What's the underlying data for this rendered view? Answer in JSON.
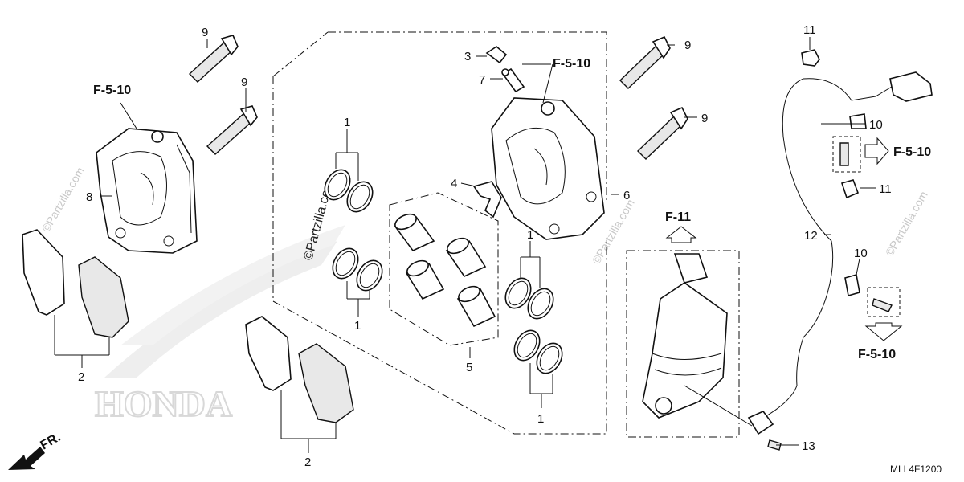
{
  "callouts": {
    "c1a": "1",
    "c1b": "1",
    "c1c": "1",
    "c1d": "1",
    "c2a": "2",
    "c2b": "2",
    "c3": "3",
    "c4": "4",
    "c5": "5",
    "c6": "6",
    "c7": "7",
    "c8": "8",
    "c9a": "9",
    "c9b": "9",
    "c9c": "9",
    "c9d": "9",
    "c10a": "10",
    "c10b": "10",
    "c11a": "11",
    "c11b": "11",
    "c12": "12",
    "c13": "13"
  },
  "refs": {
    "f510_left": "F-5-10",
    "f510_top": "F-5-10",
    "f510_right": "F-5-10",
    "f510_bottom": "F-5-10",
    "f11": "F-11"
  },
  "direction_label": "FR.",
  "diagram_code": "MLL4F1200",
  "watermark": "©Partzilla.com",
  "watermark_short": "©Partzilla.com",
  "brand_watermark": "HONDA"
}
